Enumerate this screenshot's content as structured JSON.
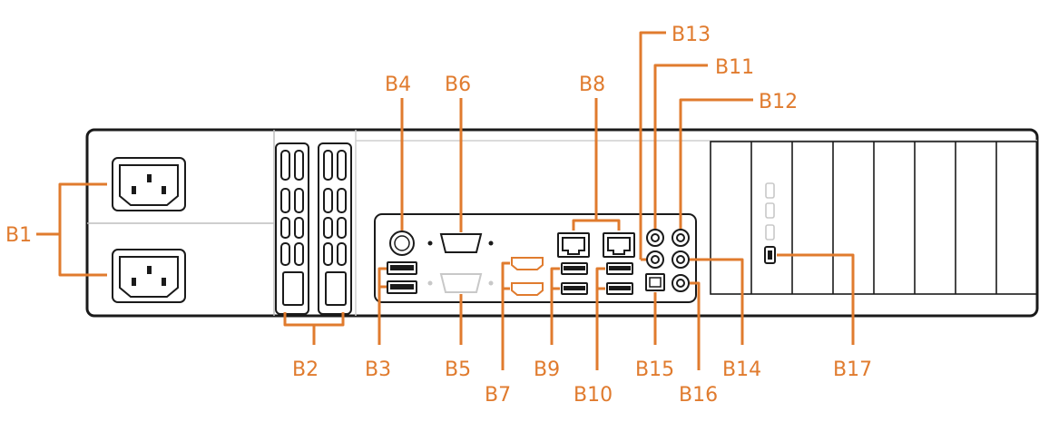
{
  "colors": {
    "accent": "#e07b2e",
    "outline": "#1a1a1a",
    "muted": "#c8c8c8",
    "background": "#ffffff"
  },
  "labels": {
    "b1": "B1",
    "b2": "B2",
    "b3": "B3",
    "b4": "B4",
    "b5": "B5",
    "b6": "B6",
    "b7": "B7",
    "b8": "B8",
    "b9": "B9",
    "b10": "B10",
    "b11": "B11",
    "b12": "B12",
    "b13": "B13",
    "b14": "B14",
    "b15": "B15",
    "b16": "B16",
    "b17": "B17"
  }
}
